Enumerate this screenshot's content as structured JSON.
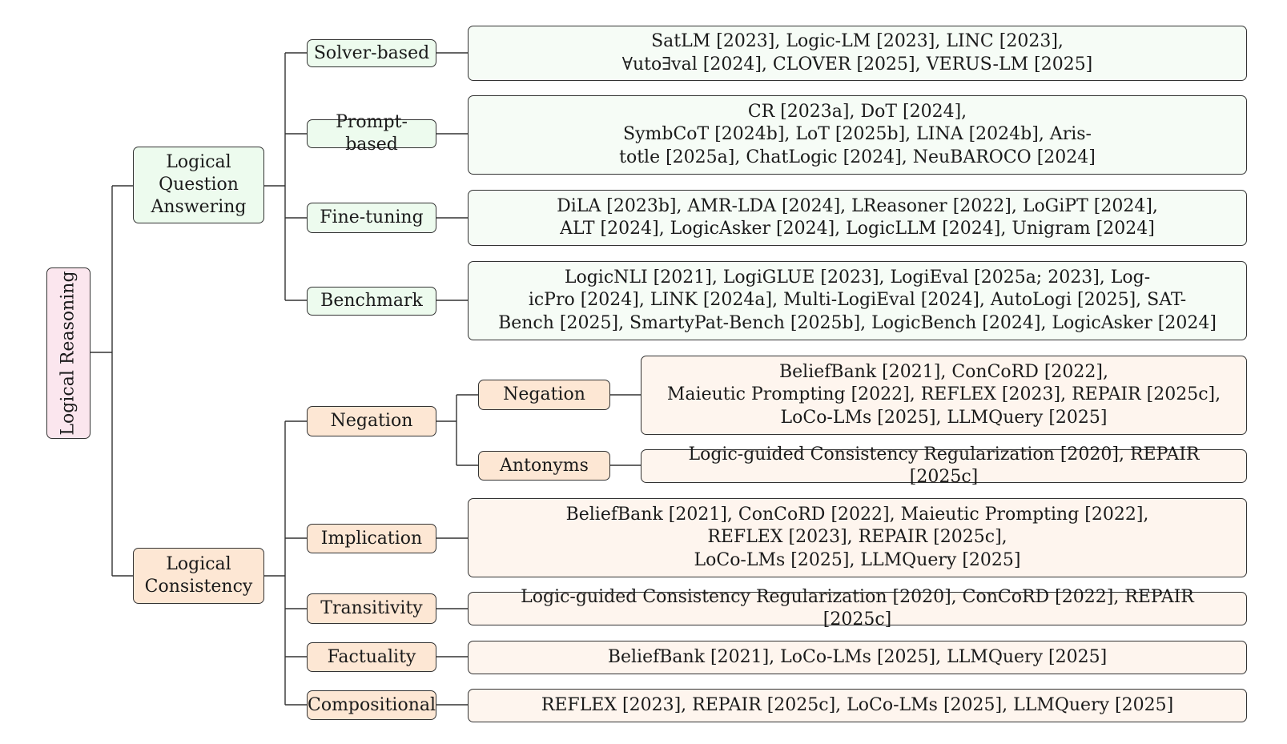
{
  "root": {
    "label": "Logical Reasoning"
  },
  "branches": [
    {
      "label_lines": [
        "Logical",
        "Question",
        "Answering"
      ],
      "children": [
        {
          "label": "Solver-based",
          "refs": [
            "SatLM [2023], Logic-LM [2023], LINC [2023],",
            "∀uto∃val [2024], CLOVER [2025], VERUS-LM [2025]"
          ]
        },
        {
          "label": "Prompt-based",
          "refs": [
            "CR [2023a], DoT [2024],",
            "SymbCoT [2024b], LoT [2025b], LINA [2024b], Aris-",
            "totle [2025a], ChatLogic [2024], NeuBAROCO [2024]"
          ]
        },
        {
          "label": "Fine-tuning",
          "refs": [
            "DiLA [2023b], AMR-LDA [2024], LReasoner [2022], LoGiPT [2024],",
            "ALT [2024], LogicAsker [2024], LogicLLM [2024], Unigram [2024]"
          ]
        },
        {
          "label": "Benchmark",
          "refs": [
            "LogicNLI [2021], LogiGLUE [2023], LogiEval [2025a; 2023], Log-",
            "icPro [2024], LINK [2024a], Multi-LogiEval [2024], AutoLogi [2025], SAT-",
            "Bench [2025], SmartyPat-Bench [2025b], LogicBench [2024], LogicAsker [2024]"
          ]
        }
      ]
    },
    {
      "label_lines": [
        "Logical",
        "Consistency"
      ],
      "children": [
        {
          "label": "Negation",
          "children": [
            {
              "label": "Negation",
              "refs": [
                "BeliefBank [2021], ConCoRD [2022],",
                "Maieutic Prompting [2022], REFLEX [2023], REPAIR [2025c],",
                "LoCo-LMs [2025], LLMQuery [2025]"
              ]
            },
            {
              "label": "Antonyms",
              "refs": [
                "Logic-guided Consistency Regularization [2020], REPAIR [2025c]"
              ]
            }
          ]
        },
        {
          "label": "Implication",
          "refs": [
            "BeliefBank [2021], ConCoRD [2022], Maieutic Prompting [2022],",
            "REFLEX [2023], REPAIR [2025c],",
            "LoCo-LMs [2025], LLMQuery [2025]"
          ]
        },
        {
          "label": "Transitivity",
          "refs": [
            "Logic-guided Consistency Regularization [2020], ConCoRD [2022], REPAIR [2025c]"
          ]
        },
        {
          "label": "Factuality",
          "refs": [
            "BeliefBank [2021], LoCo-LMs [2025], LLMQuery [2025]"
          ]
        },
        {
          "label": "Compositional",
          "refs": [
            "REFLEX [2023], REPAIR [2025c], LoCo-LMs [2025], LLMQuery [2025]"
          ]
        }
      ]
    }
  ]
}
